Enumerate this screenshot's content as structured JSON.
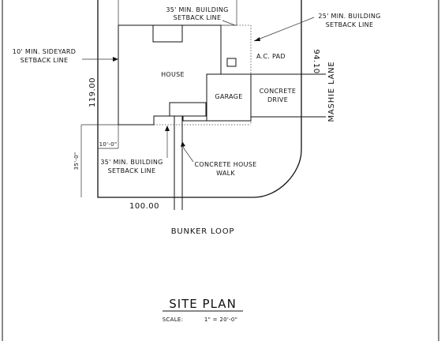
{
  "labels": {
    "setback_35_top": [
      "35' MIN. BUILDING",
      "SETBACK LINE"
    ],
    "setback_25": [
      "25' MIN. BUILDING",
      "SETBACK LINE"
    ],
    "sideyard": [
      "10' MIN. SIDEYARD",
      "SETBACK LINE"
    ],
    "house": "HOUSE",
    "ac_pad": "A.C. PAD",
    "garage": "GARAGE",
    "concrete_drive": [
      "CONCRETE",
      "DRIVE"
    ],
    "setback_35_bottom": [
      "35' MIN. BUILDING",
      "SETBACK LINE"
    ],
    "house_walk": [
      "CONCRETE HOUSE",
      "WALK"
    ]
  },
  "dimensions": {
    "left": "119.00",
    "right": "94.10",
    "bottom": "100.00",
    "side_offset": "10'-0\"",
    "front_offset": "35'-0\""
  },
  "streets": {
    "right": "MASHIE LANE",
    "bottom": "BUNKER LOOP"
  },
  "title_block": {
    "title": "SITE PLAN",
    "scale_label": "SCALE:",
    "scale_value": "1\" = 20'-0\""
  }
}
